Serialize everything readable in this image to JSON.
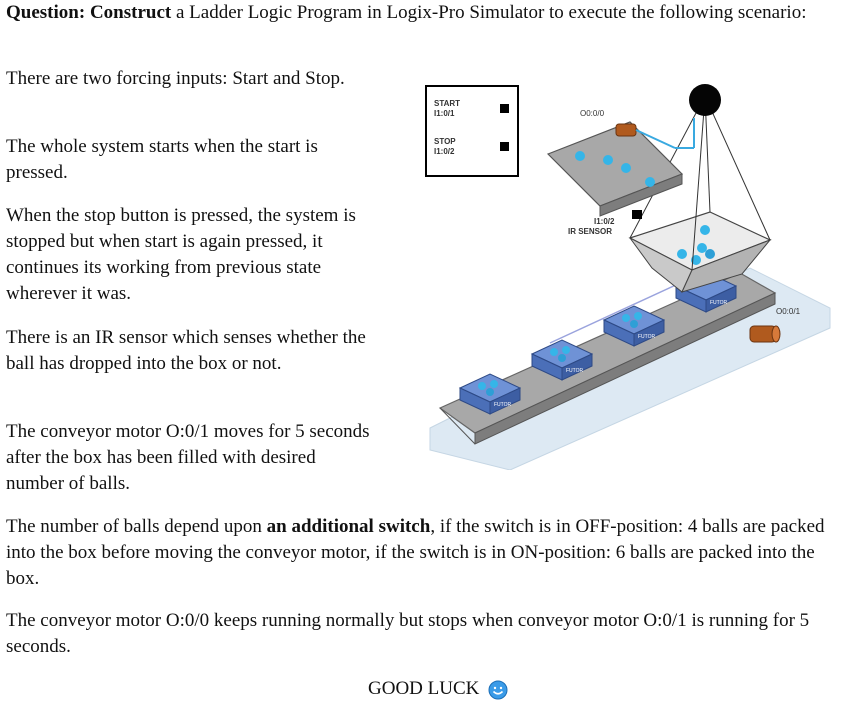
{
  "question": {
    "label": "Question:",
    "bold_word": "Construct",
    "rest": " a Ladder Logic Program in Logix-Pro Simulator to execute the following scenario:"
  },
  "paragraphs": {
    "p1": "There are two forcing inputs: Start and Stop.",
    "p2": "The whole system starts when the start is pressed.",
    "p3": "When the stop button is pressed, the system is stopped but when start is again pressed, it continues its working from previous state wherever it was.",
    "p4": "There is an IR sensor which senses whether the ball has dropped into the box or not.",
    "p5": "The conveyor motor O:0/1 moves for 5 seconds after the box has been filled with desired number of balls.",
    "p6_pre": "The number of balls depend upon ",
    "p6_bold": "an additional switch",
    "p6_post": ", if the switch is in OFF-position: 4 balls are packed into the box before moving the conveyor motor, if the switch is in ON-position: 6 balls are packed into the box.",
    "p7": "The conveyor motor O:0/0 keeps running normally but stops when conveyor motor O:0/1 is running for 5 seconds.",
    "closing": "GOOD LUCK"
  },
  "diagram": {
    "start_label": "START",
    "start_addr": "I1:0/1",
    "stop_label": "STOP",
    "stop_addr": "I1:0/2",
    "motor0_addr": "O0:0/0",
    "sensor_addr": "I1:0/2",
    "sensor_label": "IR SENSOR",
    "motor1_addr": "O0:0/1",
    "box_label": "FUTOR",
    "colors": {
      "belt": "#8f8f8f",
      "box": "#5b7fc2",
      "ball": "#2e9fd6",
      "platform": "#dde9f3",
      "motor": "#b05a1e"
    }
  }
}
